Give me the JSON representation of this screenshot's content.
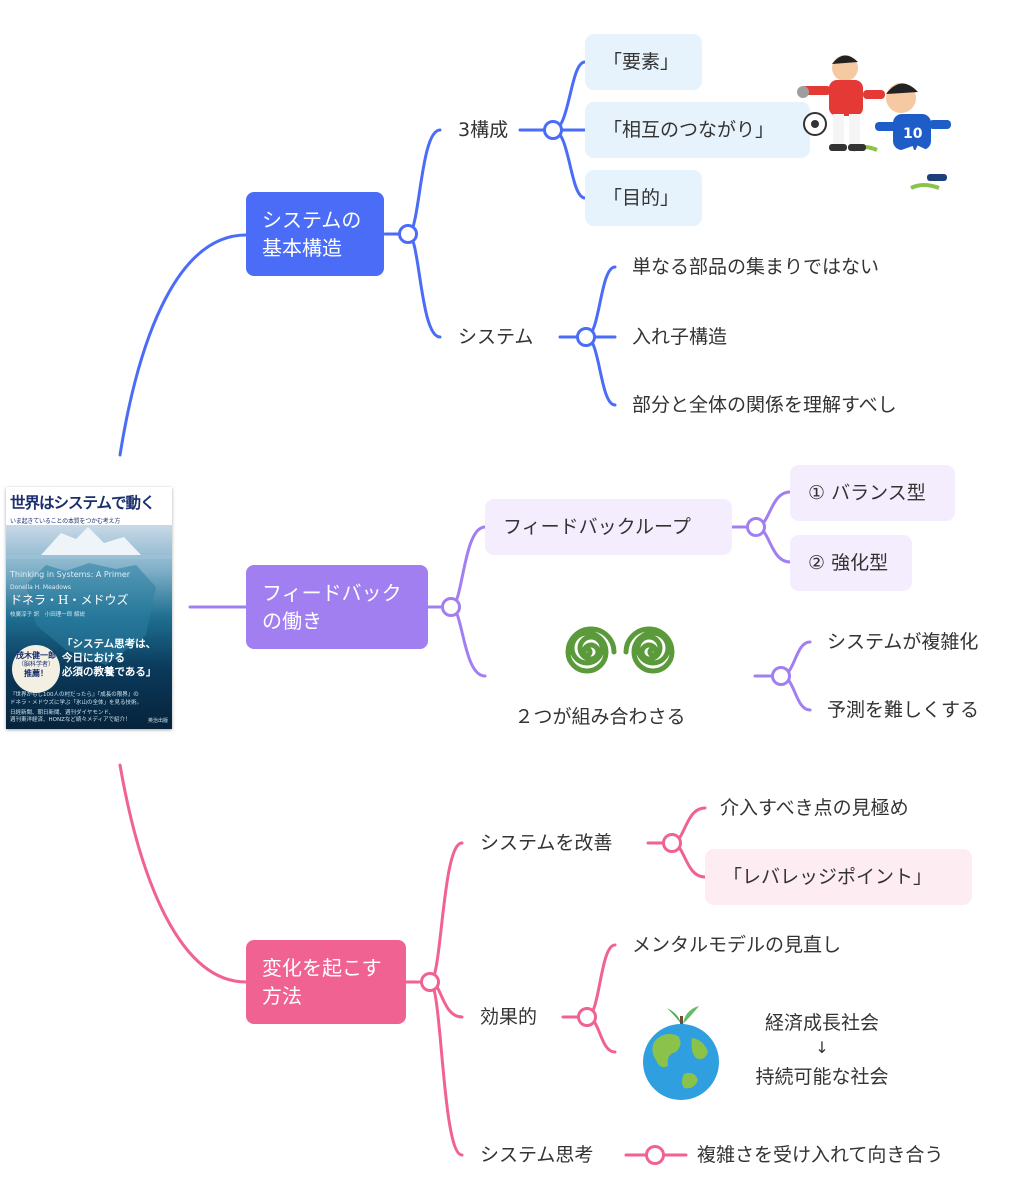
{
  "colors": {
    "blue": "#4a6cf7",
    "purple": "#a27ff0",
    "pink": "#f06292"
  },
  "center_image": {
    "title": "世界はシステムで動く",
    "subtitle": "いま起きていることの本質をつかむ考え方",
    "english_title": "Thinking in Systems: A Primer",
    "author_en": "Donella H. Meadows",
    "author_ja": "ドネラ・H・メドウズ",
    "translators": "枝廣淳子 訳　小田理一郎 解説",
    "badge_name": "茂木健一郎",
    "badge_role": "（脳科学者）",
    "badge_action": "推薦！",
    "quote": [
      "「システム思考は、",
      "今日における",
      "必須の教養である」"
    ],
    "blurb_1": "『世界がもし100人の村だったら』『成長の限界』の",
    "blurb_2": "ドネラ・メドウズに学ぶ「氷山の全体」を見る技術。",
    "media_1": "日経新聞、朝日新聞、週刊ダイヤモンド、",
    "media_2": "週刊東洋経済、HONZなど続々メディアで紹介！",
    "publisher": "英治出版"
  },
  "branches": [
    {
      "label_lines": [
        "システムの",
        "基本構造"
      ],
      "children": [
        {
          "label": "3構成",
          "children": [
            "「要素」",
            "「相互のつながり」",
            "「目的」"
          ]
        },
        {
          "label": "システム",
          "children": [
            "単なる部品の集まりではない",
            "入れ子構造",
            "部分と全体の関係を理解すべし"
          ]
        }
      ],
      "image_icon": "soccer-players-icon"
    },
    {
      "label_lines": [
        "フィードバック",
        "の働き"
      ],
      "children": [
        {
          "label": "フィードバックループ",
          "children": [
            "① バランス型",
            "② 強化型"
          ]
        },
        {
          "label": "２つが組み合わさる",
          "icon": "double-spiral-icon",
          "children": [
            "システムが複雑化",
            "予測を難しくする"
          ]
        }
      ]
    },
    {
      "label_lines": [
        "変化を起こす",
        "方法"
      ],
      "children": [
        {
          "label": "システムを改善",
          "children": [
            "介入すべき点の見極め",
            "「レバレッジポイント」"
          ]
        },
        {
          "label": "効果的",
          "children": [
            "メンタルモデルの見直し"
          ],
          "globe": {
            "icon": "earth-sprout-icon",
            "from": "経済成長社会",
            "arrow": "↓",
            "to": "持続可能な社会"
          }
        },
        {
          "label": "システム思考",
          "children": [
            "複雑さを受け入れて向き合う"
          ]
        }
      ]
    }
  ]
}
